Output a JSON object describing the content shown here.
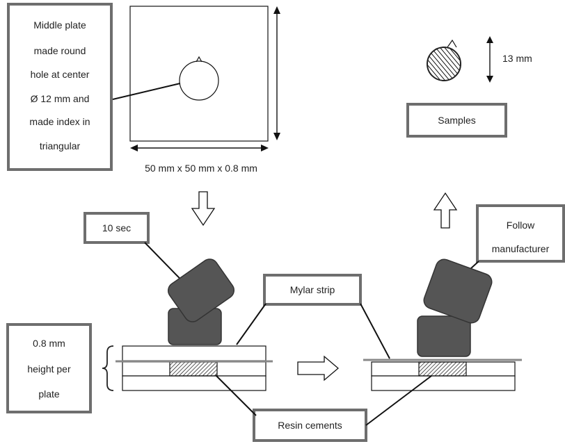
{
  "labels": {
    "middle_plate": [
      "Middle plate",
      "made round",
      "hole at center",
      "Ø 12 mm and",
      "made index in",
      "triangular"
    ],
    "dimensions": "50 mm x 50 mm x 0.8 mm",
    "sample_size": "13 mm",
    "samples": "Samples",
    "cure_time_left": "10 sec",
    "cure_time_right": [
      "Follow",
      "manufacturer"
    ],
    "mylar_strip": "Mylar strip",
    "plate_height": [
      "0.8 mm",
      "height per",
      "plate"
    ],
    "resin_cements": "Resin cements"
  },
  "colors": {
    "box_border": "#6e6e6e",
    "light_cure_unit": "#555555",
    "line": "#111111",
    "mylar": "#888888"
  }
}
